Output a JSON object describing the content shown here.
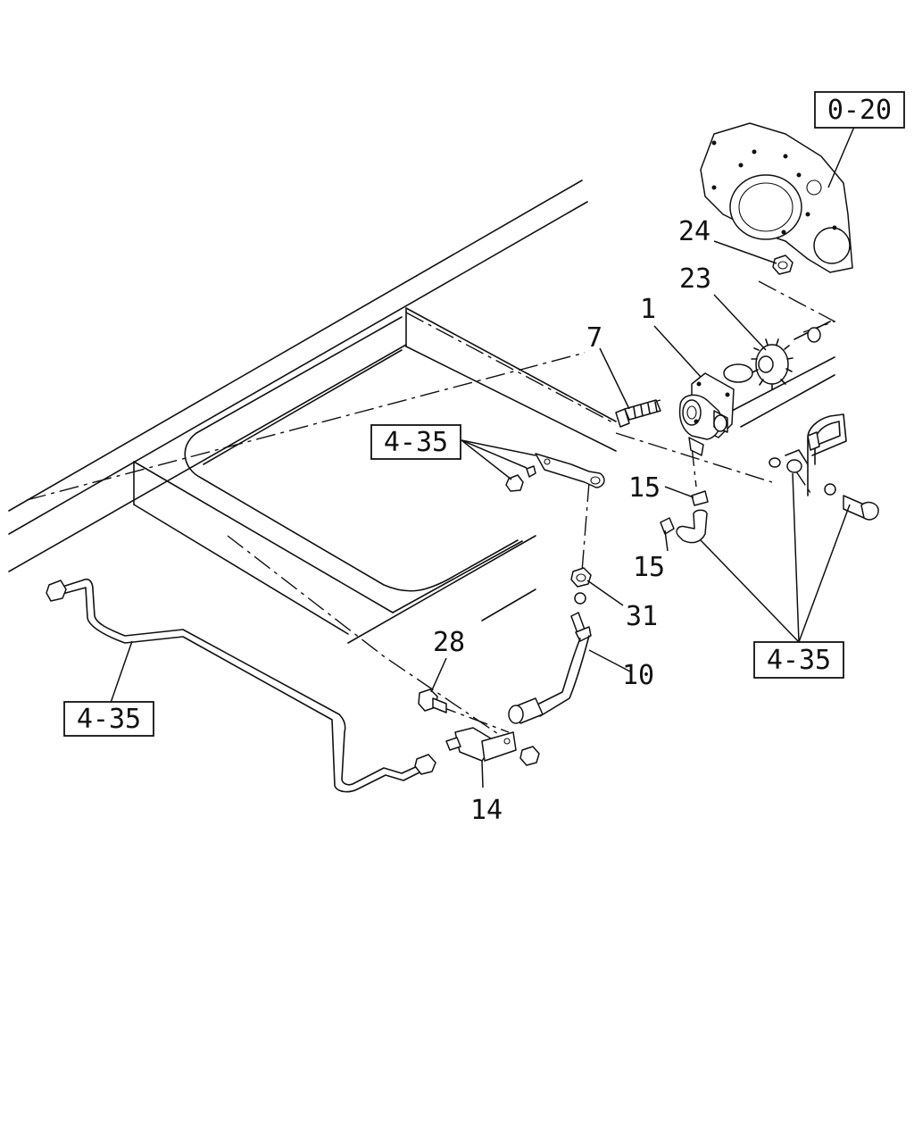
{
  "diagram": {
    "reference_boxes": {
      "ref_top": "0-20",
      "ref_left_upper": "4-35",
      "ref_right": "4-35",
      "ref_left_lower": "4-35"
    },
    "callouts": {
      "c24": "24",
      "c23": "23",
      "c1": "1",
      "c7": "7",
      "c15a": "15",
      "c15b": "15",
      "c31": "31",
      "c28": "28",
      "c10": "10",
      "c14": "14"
    }
  }
}
